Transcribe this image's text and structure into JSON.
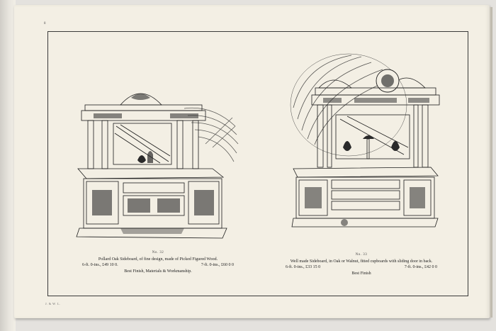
{
  "page_number": "8",
  "imprint": "J. & W. L.",
  "items": [
    {
      "number": "No. 32",
      "description": "Pollard Oak Sideboard, of fine design, made of Picked Figured Wood.",
      "size_a": "6-ft. 0-ins., £49 10 0.",
      "size_b": "7-ft. 0-ins., £60 0 0",
      "finish": "Best Finish, Materials & Workmanship."
    },
    {
      "number": "No. 33",
      "description": "Well made Sideboard, in Oak or Walnut, fitted cupboards with sliding door in back.",
      "size_a": "6-ft. 0-ins., £33 15 0",
      "size_b": "7-ft. 0-ins., £42 0 0",
      "finish": "Best Finish"
    }
  ]
}
